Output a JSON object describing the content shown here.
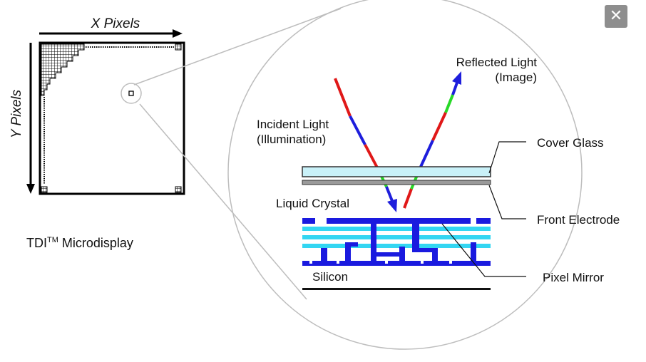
{
  "close_glyph": "✕",
  "left_panel": {
    "x_axis_label": "X Pixels",
    "y_axis_label": "Y Pixels",
    "caption_main": "TDI",
    "caption_sup": "TM",
    "caption_rest": " Microdisplay"
  },
  "zoom": {
    "reflected_light_line1": "Reflected Light",
    "reflected_light_line2": "(Image)",
    "incident_light_line1": "Incident Light",
    "incident_light_line2": "(Illumination)",
    "cover_glass": "Cover Glass",
    "liquid_crystal": "Liquid Crystal",
    "front_electrode": "Front Electrode",
    "pixel_mirror": "Pixel Mirror",
    "silicon": "Silicon"
  },
  "colors": {
    "mirror_blue": "#1a1adf",
    "layer_cyan": "#33d6f2",
    "ray_red": "#e01818",
    "ray_green": "#27d827",
    "ray_blue": "#1e1edc",
    "glass_fill": "#c9f1f8"
  },
  "icons": {
    "close": "close-icon"
  }
}
